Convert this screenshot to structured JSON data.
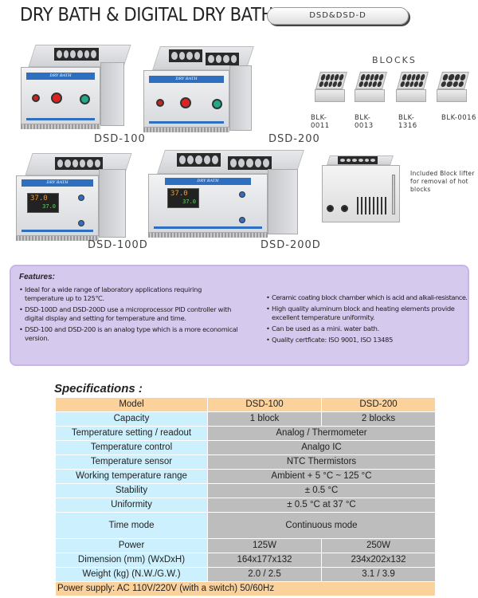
{
  "header": {
    "title": "DRY BATH & DIGITAL DRY BATH",
    "badge": "DSD&DSD-D"
  },
  "products": [
    {
      "model": "DSD-100",
      "panel": "DRY BATH"
    },
    {
      "model": "DSD-200",
      "panel": "DRY BATH"
    },
    {
      "model": "DSD-100D",
      "panel": "DRY BATH",
      "display_set": "37.0",
      "display_actual": "37.0"
    },
    {
      "model": "DSD-200D",
      "panel": "DRY BATH",
      "display_set": "37.0",
      "display_actual": "37.0"
    }
  ],
  "blocks": {
    "title": "BLOCKS",
    "items": [
      "BLK-0011",
      "BLK-0013",
      "BLK-1316",
      "BLK-0016"
    ]
  },
  "lifter_note": "Included Block lifter for removal of hot blocks",
  "features": {
    "title": "Features:",
    "left": [
      "Ideal for a wide range of laboratory applications requiring temperature up to 125℃.",
      "DSD-100D and DSD-200D use a microprocessor PID controller with digital display and setting for temperature and time.",
      "DSD-100 and DSD-200 is an analog type which is a more economical version."
    ],
    "right": [
      "Ceramic coating block chamber which is acid and alkali-resistance.",
      "High quality aluminum block and heating elements provide excellent temperature uniformity.",
      "Can be used as a mini. water bath.",
      "Quality certficate: ISO 9001, ISO 13485"
    ]
  },
  "specs": {
    "title": "Specifications :",
    "header": [
      "Model",
      "DSD-100",
      "DSD-200"
    ],
    "rows": [
      {
        "label": "Capacity",
        "a": "1 block",
        "b": "2 blocks"
      },
      {
        "label": "Temperature setting / readout",
        "both": "Analog / Thermometer"
      },
      {
        "label": "Temperature control",
        "both": "Analgo IC"
      },
      {
        "label": "Temperature sensor",
        "both": "NTC Thermistors"
      },
      {
        "label": "Working temperature range",
        "both": "Ambient + 5 °C ~ 125 °C"
      },
      {
        "label": "Stability",
        "both": "± 0.5 °C"
      },
      {
        "label": "Uniformity",
        "both": "± 0.5 °C at 37 °C"
      },
      {
        "label": "Time mode",
        "both": "Continuous mode"
      },
      {
        "label": "Power",
        "a": "125W",
        "b": "250W"
      },
      {
        "label": "Dimension (mm) (WxDxH)",
        "a": "164x177x132",
        "b": "234x202x132"
      },
      {
        "label": "Weight (kg) (N.W./G.W.)",
        "a": "2.0 / 2.5",
        "b": "3.1 / 3.9"
      }
    ],
    "footer": "Power supply: AC 110V/220V (with a switch) 50/60Hz"
  }
}
